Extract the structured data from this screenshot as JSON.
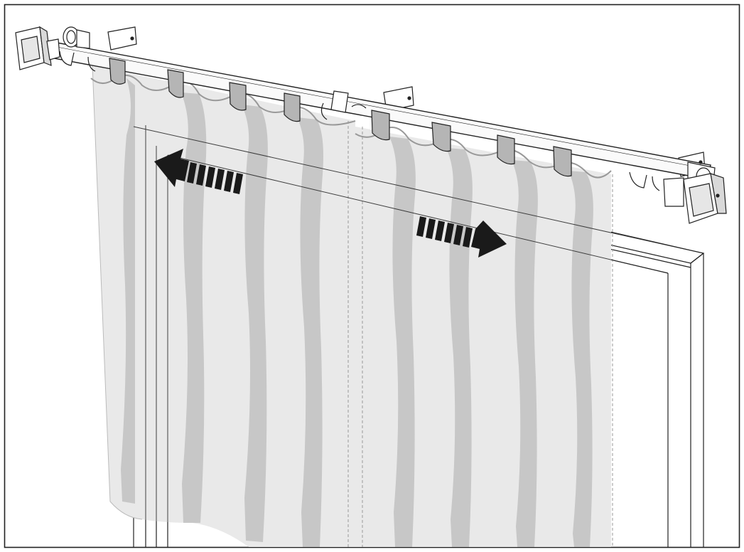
{
  "diagram": {
    "subject": "curtain-rod-installation",
    "panels": [
      "left",
      "right"
    ],
    "arrows": [
      {
        "id": "left",
        "direction": "left"
      },
      {
        "id": "right",
        "direction": "right"
      }
    ],
    "colors": {
      "background": "#ffffff",
      "line": "#222222",
      "curtain": "#e9e9e9",
      "fold_shadow": "#c7c7c7",
      "tab": "#b5b5b5",
      "arrow": "#1a1a1a",
      "rod": "#fafafa"
    }
  }
}
